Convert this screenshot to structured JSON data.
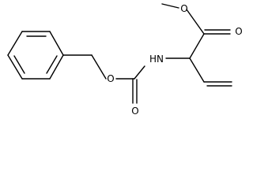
{
  "molecule": {
    "atoms": {
      "ester_o": "O",
      "ester_carbonyl_o": "O",
      "nh": "HN",
      "ether_o": "O",
      "carbamate_o": "O"
    }
  }
}
